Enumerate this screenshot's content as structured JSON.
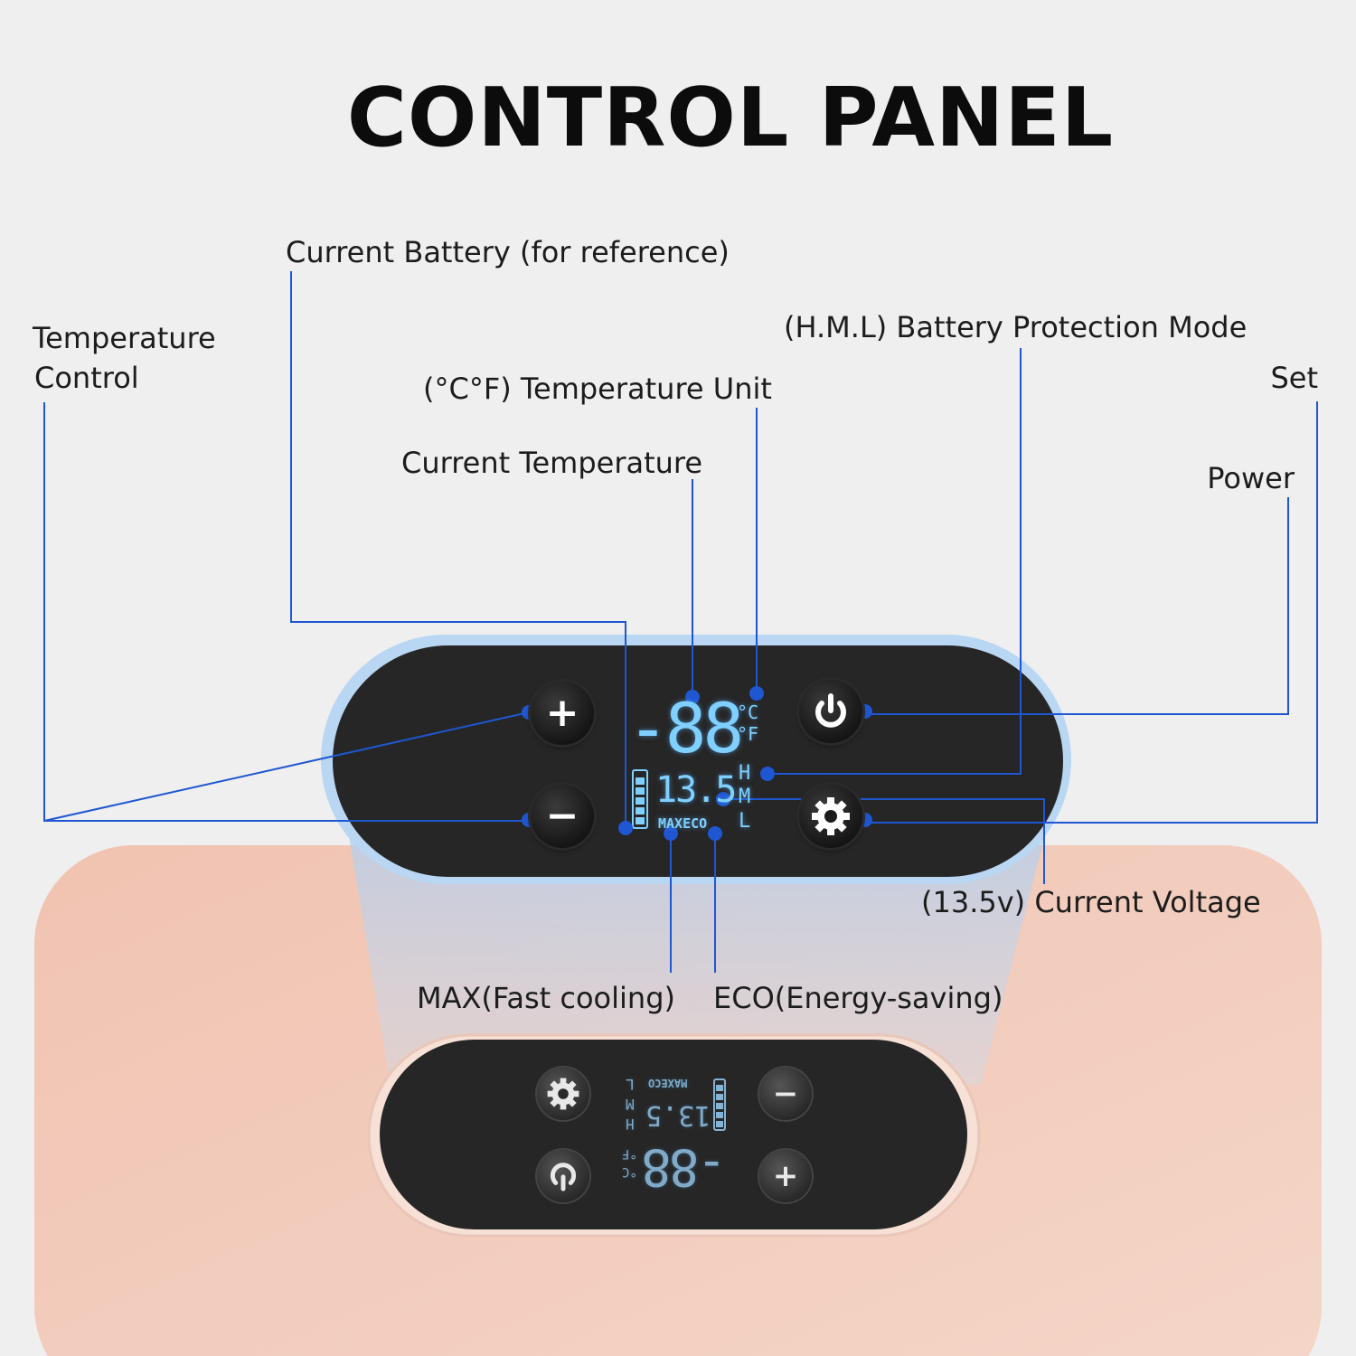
{
  "title": "CONTROL PANEL",
  "labels": {
    "current_battery": "Current Battery (for reference)",
    "temperature_control": [
      "Temperature",
      "Control"
    ],
    "hml_mode": "(H.M.L) Battery Protection Mode",
    "temp_unit": "(°C°F) Temperature Unit",
    "set": "Set",
    "current_temperature": "Current Temperature",
    "power": "Power",
    "current_voltage": "(13.5v) Current Voltage",
    "max": "MAX(Fast cooling)",
    "eco": "ECO(Energy-saving)"
  },
  "display": {
    "temperature": "-88",
    "unit_c": "°C",
    "unit_f": "°F",
    "voltage": "13.5",
    "modes": "MAXECO",
    "h": "H",
    "m": "M",
    "l": "L"
  },
  "buttons": {
    "plus": "+",
    "minus": "−"
  },
  "colors": {
    "callout": "#1f56d1",
    "device": "#f2cdbd",
    "panel": "#262626",
    "lcd": "#7fd0ff",
    "highlight": "#b9d7f3"
  }
}
